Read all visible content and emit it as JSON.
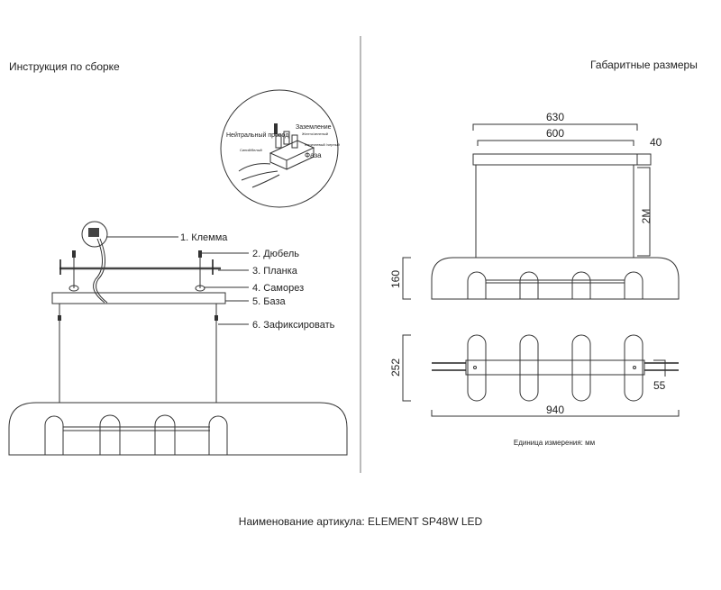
{
  "left_title": "Инструкция по сборке",
  "right_title": "Габаритные размеры",
  "wiring_detail": {
    "neutral": "Нейтральный провод",
    "neutral_color": "Синий/белый",
    "ground": "Заземление",
    "ground_color": "Желто/зеленый",
    "phase_color": "Коричневый /черный",
    "phase": "Фаза"
  },
  "parts": [
    {
      "label": "1. Клемма"
    },
    {
      "label": "2. Дюбель"
    },
    {
      "label": "3. Планка"
    },
    {
      "label": "4. Саморез"
    },
    {
      "label": "5. База"
    },
    {
      "label": "6. Зафиксировать"
    }
  ],
  "dimensions": {
    "canopy_length": "630",
    "plate_length": "600",
    "canopy_height": "40",
    "cable_length": "2M",
    "shade_height": "160",
    "width": "252",
    "bar_width": "55",
    "total_length": "940"
  },
  "unit_note": "Единица измерения: мм",
  "article": "Наименование артикула: ELEMENT SP48W LED"
}
